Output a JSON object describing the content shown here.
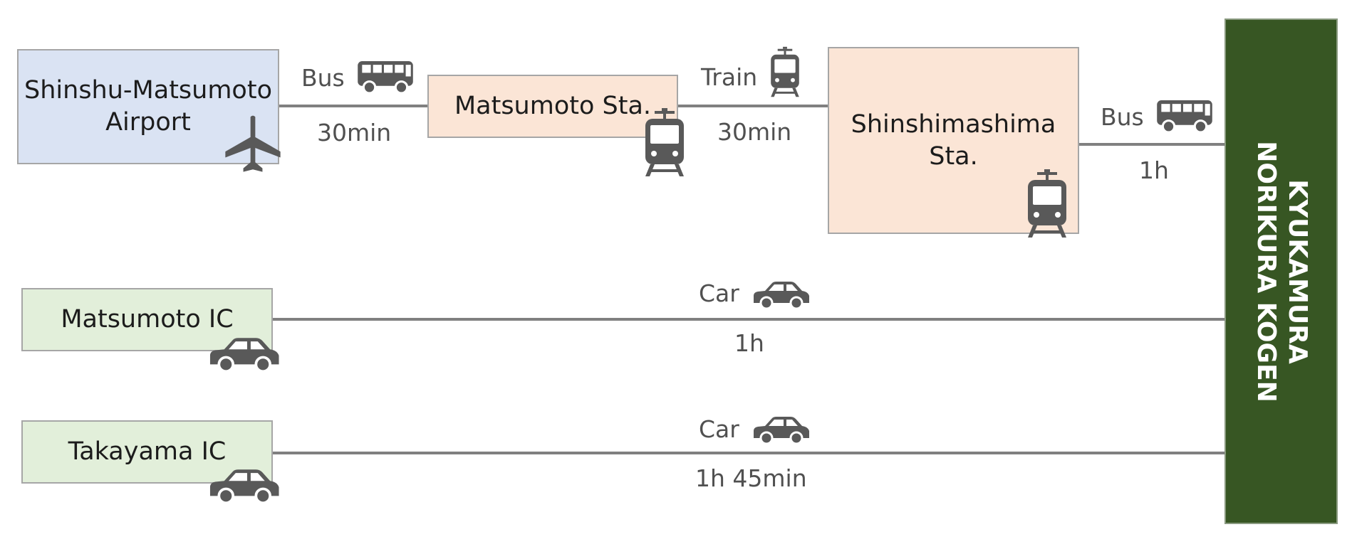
{
  "nodes": {
    "airport": "Shinshu-Matsumoto\nAirport",
    "matsumoto_sta": "Matsumoto Sta.",
    "shinshimashima_sta": "Shinshimashima\nSta.",
    "matsumoto_ic": "Matsumoto IC",
    "takayama_ic": "Takayama IC",
    "destination": "KYUKAMURA\nNORIKURA KOGEN"
  },
  "routes": {
    "airport_to_matsumoto": {
      "mode": "Bus",
      "time": "30min"
    },
    "matsumoto_to_shinshimashima": {
      "mode": "Train",
      "time": "30min"
    },
    "shinshimashima_to_dest": {
      "mode": "Bus",
      "time": "1h"
    },
    "matsumoto_ic_to_dest": {
      "mode": "Car",
      "time": "1h"
    },
    "takayama_ic_to_dest": {
      "mode": "Car",
      "time": "1h 45min"
    }
  },
  "icons": [
    "airplane-icon",
    "bus-icon",
    "train-icon",
    "car-icon"
  ],
  "colors": {
    "airport_box": "#dae3f3",
    "station_box": "#fbe5d6",
    "ic_box": "#e2efda",
    "destination_box": "#375623",
    "lines": "#808080",
    "icons": "#595959"
  }
}
